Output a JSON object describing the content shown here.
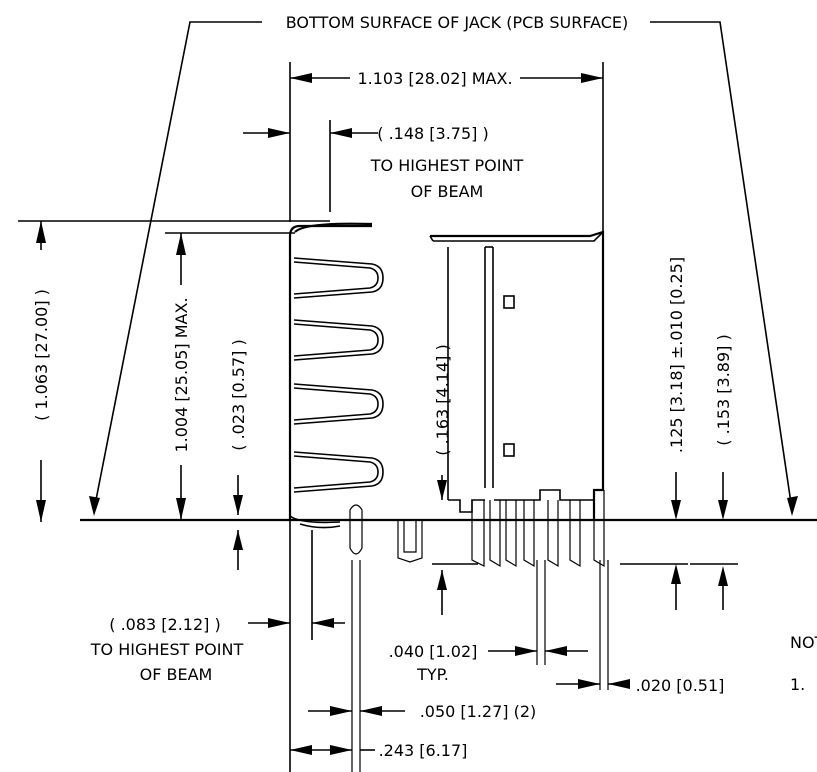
{
  "labels": {
    "bottom_surface": "BOTTOM SURFACE OF JACK (PCB SURFACE)",
    "overall_width": "1.103 [28.02] MAX.",
    "beam_offset": "( .148 [3.75] )",
    "to_highest_point_1": "TO HIGHEST POINT",
    "of_beam_1": "OF BEAM",
    "total_height": "( 1.063 [27.00] )",
    "body_height": "1.004 [25.05] MAX.",
    "beam_gap": "( .023 [0.57] )",
    "inner_gap": "( .163 [4.14] )",
    "post_length": ".125 [3.18] ±.010 [0.25]",
    "post_total": "( .153 [3.89] )",
    "beam_depth": "( .083 [2.12] )",
    "to_highest_point_2": "TO HIGHEST POINT",
    "of_beam_2": "OF BEAM",
    "pin_width": ".040 [1.02]",
    "typ": "TYP.",
    "pin_spacing": ".050 [1.27] (2)",
    "pin_offset": ".243 [6.17]",
    "pin_thickness": ".020 [0.51]",
    "note_heading": "NOT",
    "note_number": "1."
  }
}
